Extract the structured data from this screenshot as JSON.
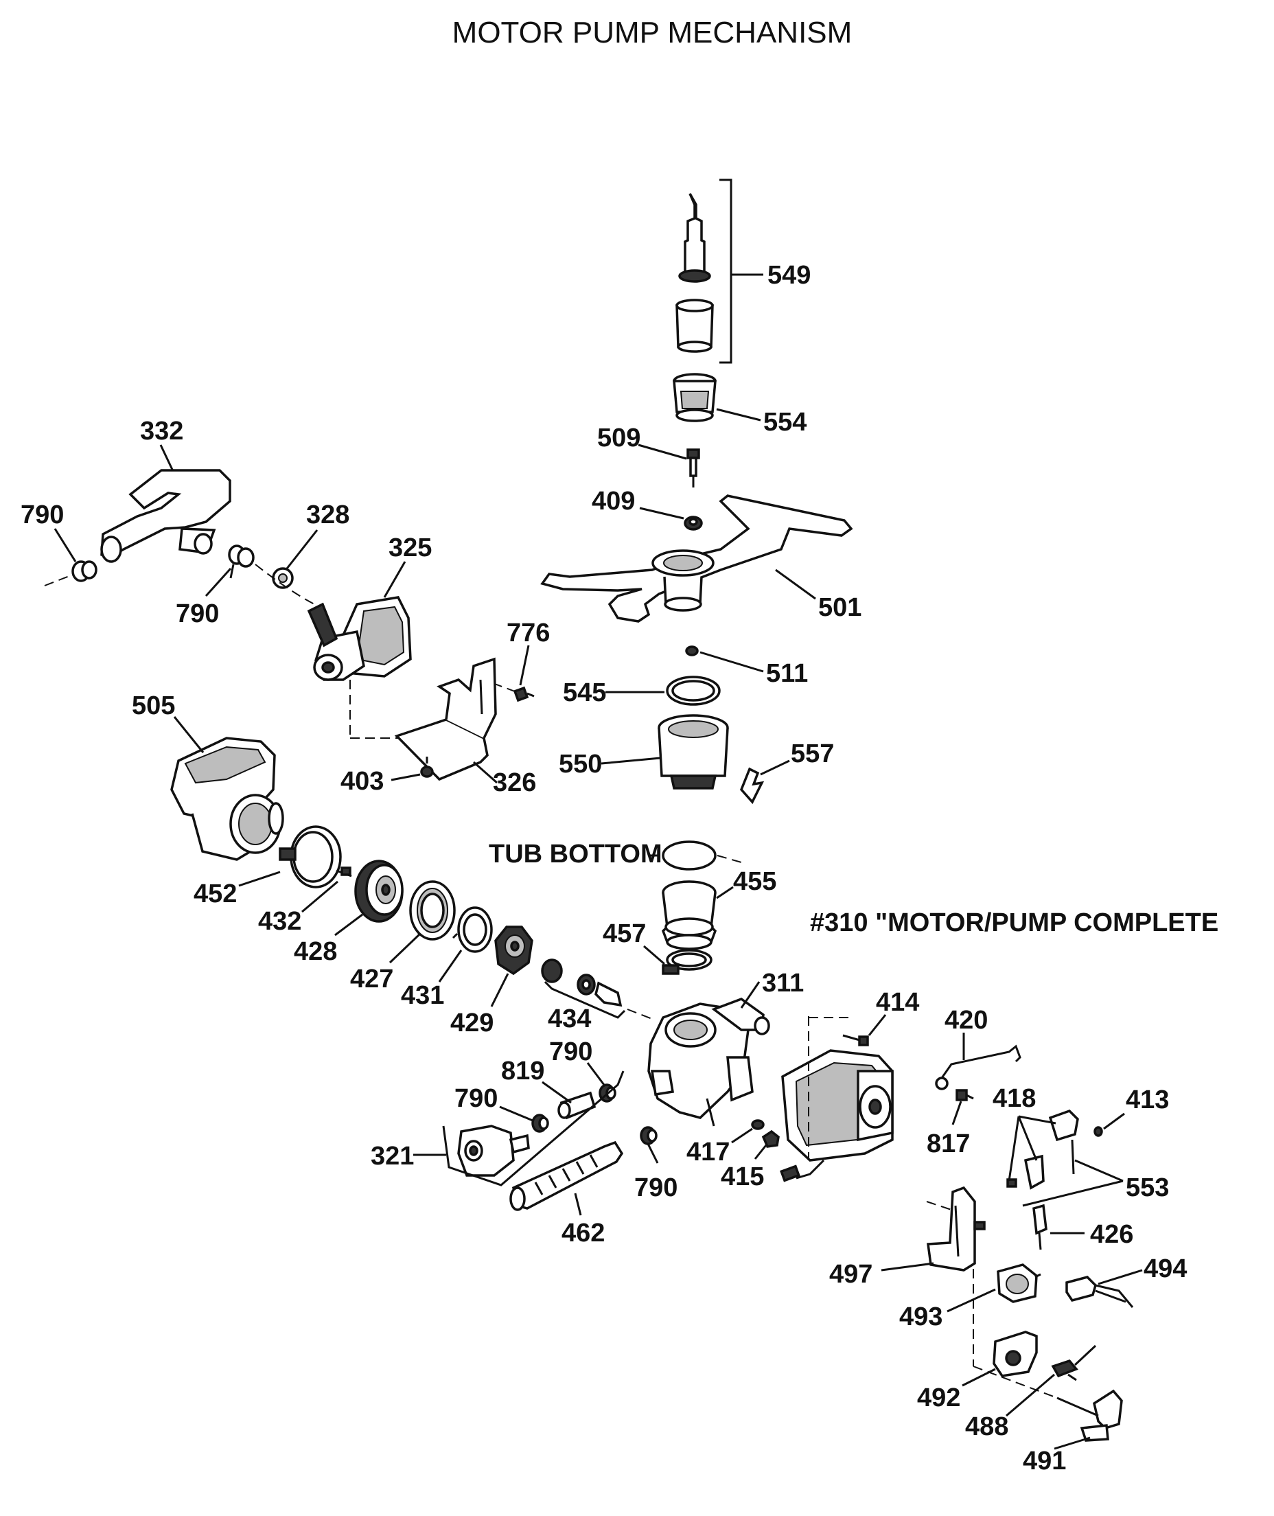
{
  "title": "MOTOR PUMP MECHANISM",
  "annotations": {
    "tub_bottom": "TUB BOTTOM",
    "motor_pump_complete": "#310 \"MOTOR/PUMP COMPLETE"
  },
  "part_numbers": {
    "p549": "549",
    "p554": "554",
    "p509": "509",
    "p409": "409",
    "p332": "332",
    "p790a": "790",
    "p328": "328",
    "p325": "325",
    "p790b": "790",
    "p501": "501",
    "p776": "776",
    "p511": "511",
    "p545": "545",
    "p505": "505",
    "p550": "550",
    "p557": "557",
    "p403": "403",
    "p326": "326",
    "p455": "455",
    "p452": "452",
    "p432": "432",
    "p428": "428",
    "p427": "427",
    "p431": "431",
    "p429": "429",
    "p457": "457",
    "p434": "434",
    "p311": "311",
    "p414": "414",
    "p420": "420",
    "p790c": "790",
    "p819": "819",
    "p790d": "790",
    "p817": "817",
    "p418": "418",
    "p413": "413",
    "p417": "417",
    "p415": "415",
    "p321": "321",
    "p790e": "790",
    "p553": "553",
    "p426": "426",
    "p462": "462",
    "p497": "497",
    "p494": "494",
    "p493": "493",
    "p492": "492",
    "p488": "488",
    "p491": "491"
  }
}
